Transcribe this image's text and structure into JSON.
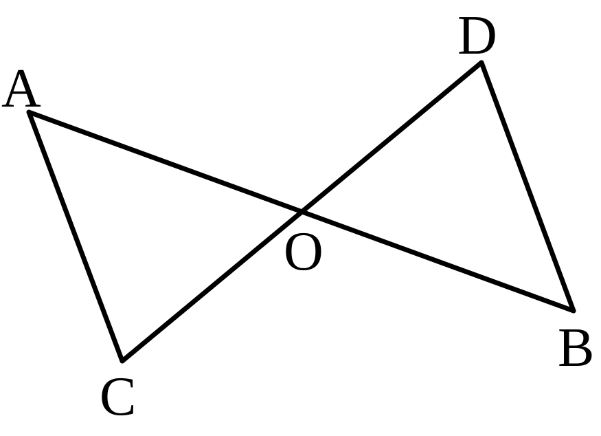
{
  "diagram": {
    "points": [
      {
        "id": "A",
        "label": "A"
      },
      {
        "id": "B",
        "label": "B"
      },
      {
        "id": "C",
        "label": "C"
      },
      {
        "id": "D",
        "label": "D"
      },
      {
        "id": "O",
        "label": "O"
      }
    ],
    "segments": [
      {
        "id": "AB",
        "from": "A",
        "to": "B"
      },
      {
        "id": "CD",
        "from": "C",
        "to": "D"
      },
      {
        "id": "AC",
        "from": "A",
        "to": "C"
      },
      {
        "id": "DB",
        "from": "D",
        "to": "B"
      }
    ],
    "stroke_color": "#000000"
  }
}
